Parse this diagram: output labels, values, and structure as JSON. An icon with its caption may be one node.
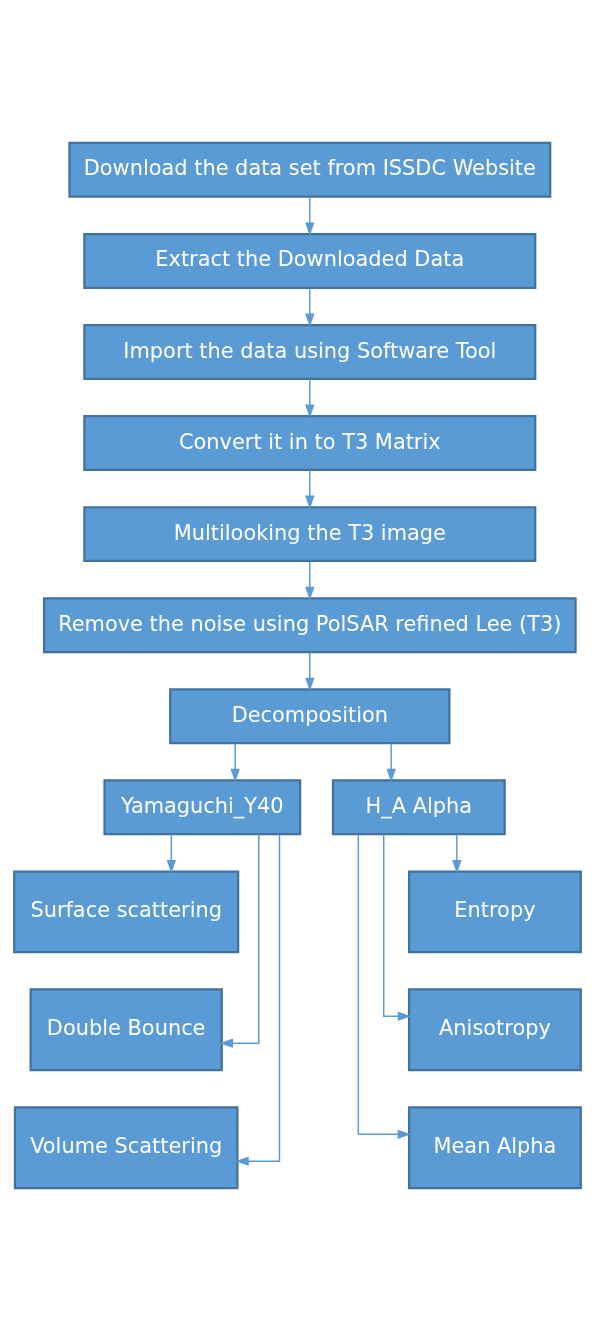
{
  "diagram": {
    "nodes": [
      {
        "text": [
          "Download the data set from ISSDC Website"
        ]
      },
      {
        "text": [
          "Extract the Downloaded Data"
        ]
      },
      {
        "text": [
          "Import the data using Software Tool"
        ]
      },
      {
        "text": [
          "Convert it in to T3 Matrix"
        ]
      },
      {
        "text": [
          "Multilooking the T3 image"
        ]
      },
      {
        "text": [
          "Remove the noise using PolSAR refined Lee (T3)"
        ]
      },
      {
        "text": [
          "Decomposition"
        ]
      },
      {
        "text": [
          "Yamaguchi_Y40"
        ]
      },
      {
        "text": [
          "H_A Alpha"
        ]
      },
      {
        "text": [
          "Surface scattering"
        ]
      },
      {
        "text": [
          "Double Bounce"
        ]
      },
      {
        "text": [
          "Volume Scattering"
        ]
      },
      {
        "text": [
          "Entropy"
        ]
      },
      {
        "text": [
          "Anisotropy"
        ]
      },
      {
        "text": [
          "Mean Alpha"
        ]
      }
    ],
    "edges": [
      {
        "from": 0,
        "to": 1,
        "arrow": "to"
      },
      {
        "from": 1,
        "to": 2,
        "arrow": "to"
      },
      {
        "from": 2,
        "to": 3,
        "arrow": "to"
      },
      {
        "from": 3,
        "to": 4,
        "arrow": "to"
      },
      {
        "from": 4,
        "to": 5,
        "arrow": "to"
      },
      {
        "from": 5,
        "to": 6,
        "arrow": "to"
      },
      {
        "from": 6,
        "to": 7,
        "arrow": "to"
      },
      {
        "from": 6,
        "to": 8,
        "arrow": "to"
      },
      {
        "from": 7,
        "to": 9,
        "arrow": "to"
      },
      {
        "from": 7,
        "to": 10,
        "arrow": "to"
      },
      {
        "from": 7,
        "to": 11,
        "arrow": "to"
      },
      {
        "from": 8,
        "to": 12,
        "arrow": "to"
      },
      {
        "from": 8,
        "to": 13,
        "arrow": "to"
      },
      {
        "from": 8,
        "to": 14,
        "arrow": "to"
      }
    ]
  }
}
